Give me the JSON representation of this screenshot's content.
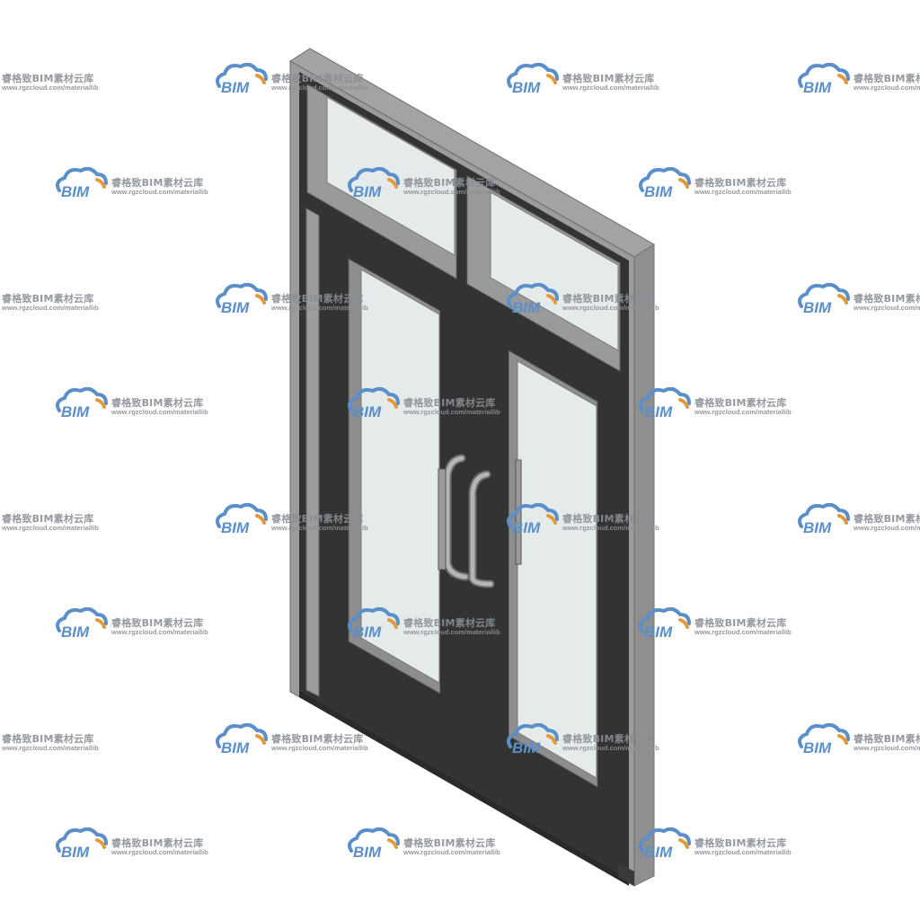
{
  "watermark": {
    "logo_text": "BIM",
    "title": "睿格致BIM素材云库",
    "url": "www.rgzcloud.com/materiallib",
    "cloud_color": "#5b8fc9",
    "accent_color": "#e39a3c",
    "text_color": "#8a8f96"
  },
  "door": {
    "frame_color": "#9a9a9a",
    "leaf_color": "#333333",
    "glass_color": "#e4ebea",
    "handle_color": "#a9a9a9",
    "icon": "double-glass-door-with-transom"
  }
}
